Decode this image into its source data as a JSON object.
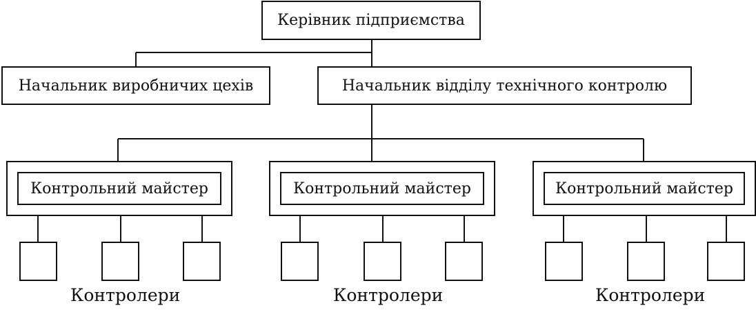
{
  "org_chart": {
    "head": "Керівник підприємства",
    "production_head": "Начальник виробничих цехів",
    "qc_head": "Начальник відділу технічного контролю",
    "groups": [
      {
        "master": "Контрольний майстер",
        "controllers_label": "Контролери"
      },
      {
        "master": "Контрольний майстер",
        "controllers_label": "Контролери"
      },
      {
        "master": "Контрольний майстер",
        "controllers_label": "Контролери"
      }
    ]
  }
}
